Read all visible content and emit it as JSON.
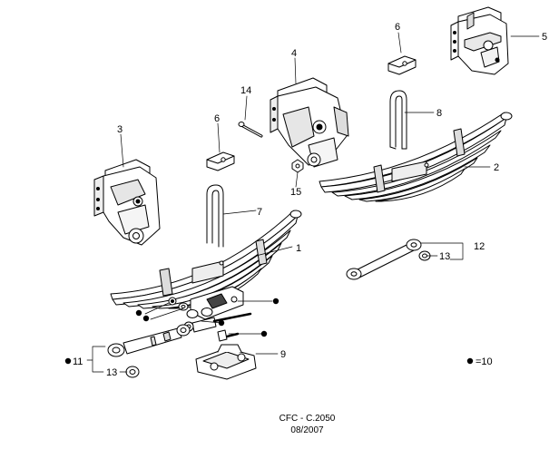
{
  "diagram": {
    "callouts": {
      "c1": "1",
      "c2": "2",
      "c3": "3",
      "c4": "4",
      "c5": "5",
      "c6a": "6",
      "c6b": "6",
      "c7": "7",
      "c8": "8",
      "c9": "9",
      "c11": "11",
      "c12": "12",
      "c13a": "13",
      "c13b": "13",
      "c14": "14",
      "c15": "15"
    },
    "legend": {
      "value": "=10"
    }
  },
  "footer": {
    "code": "CFC - C.2050",
    "date": "08/2007"
  }
}
